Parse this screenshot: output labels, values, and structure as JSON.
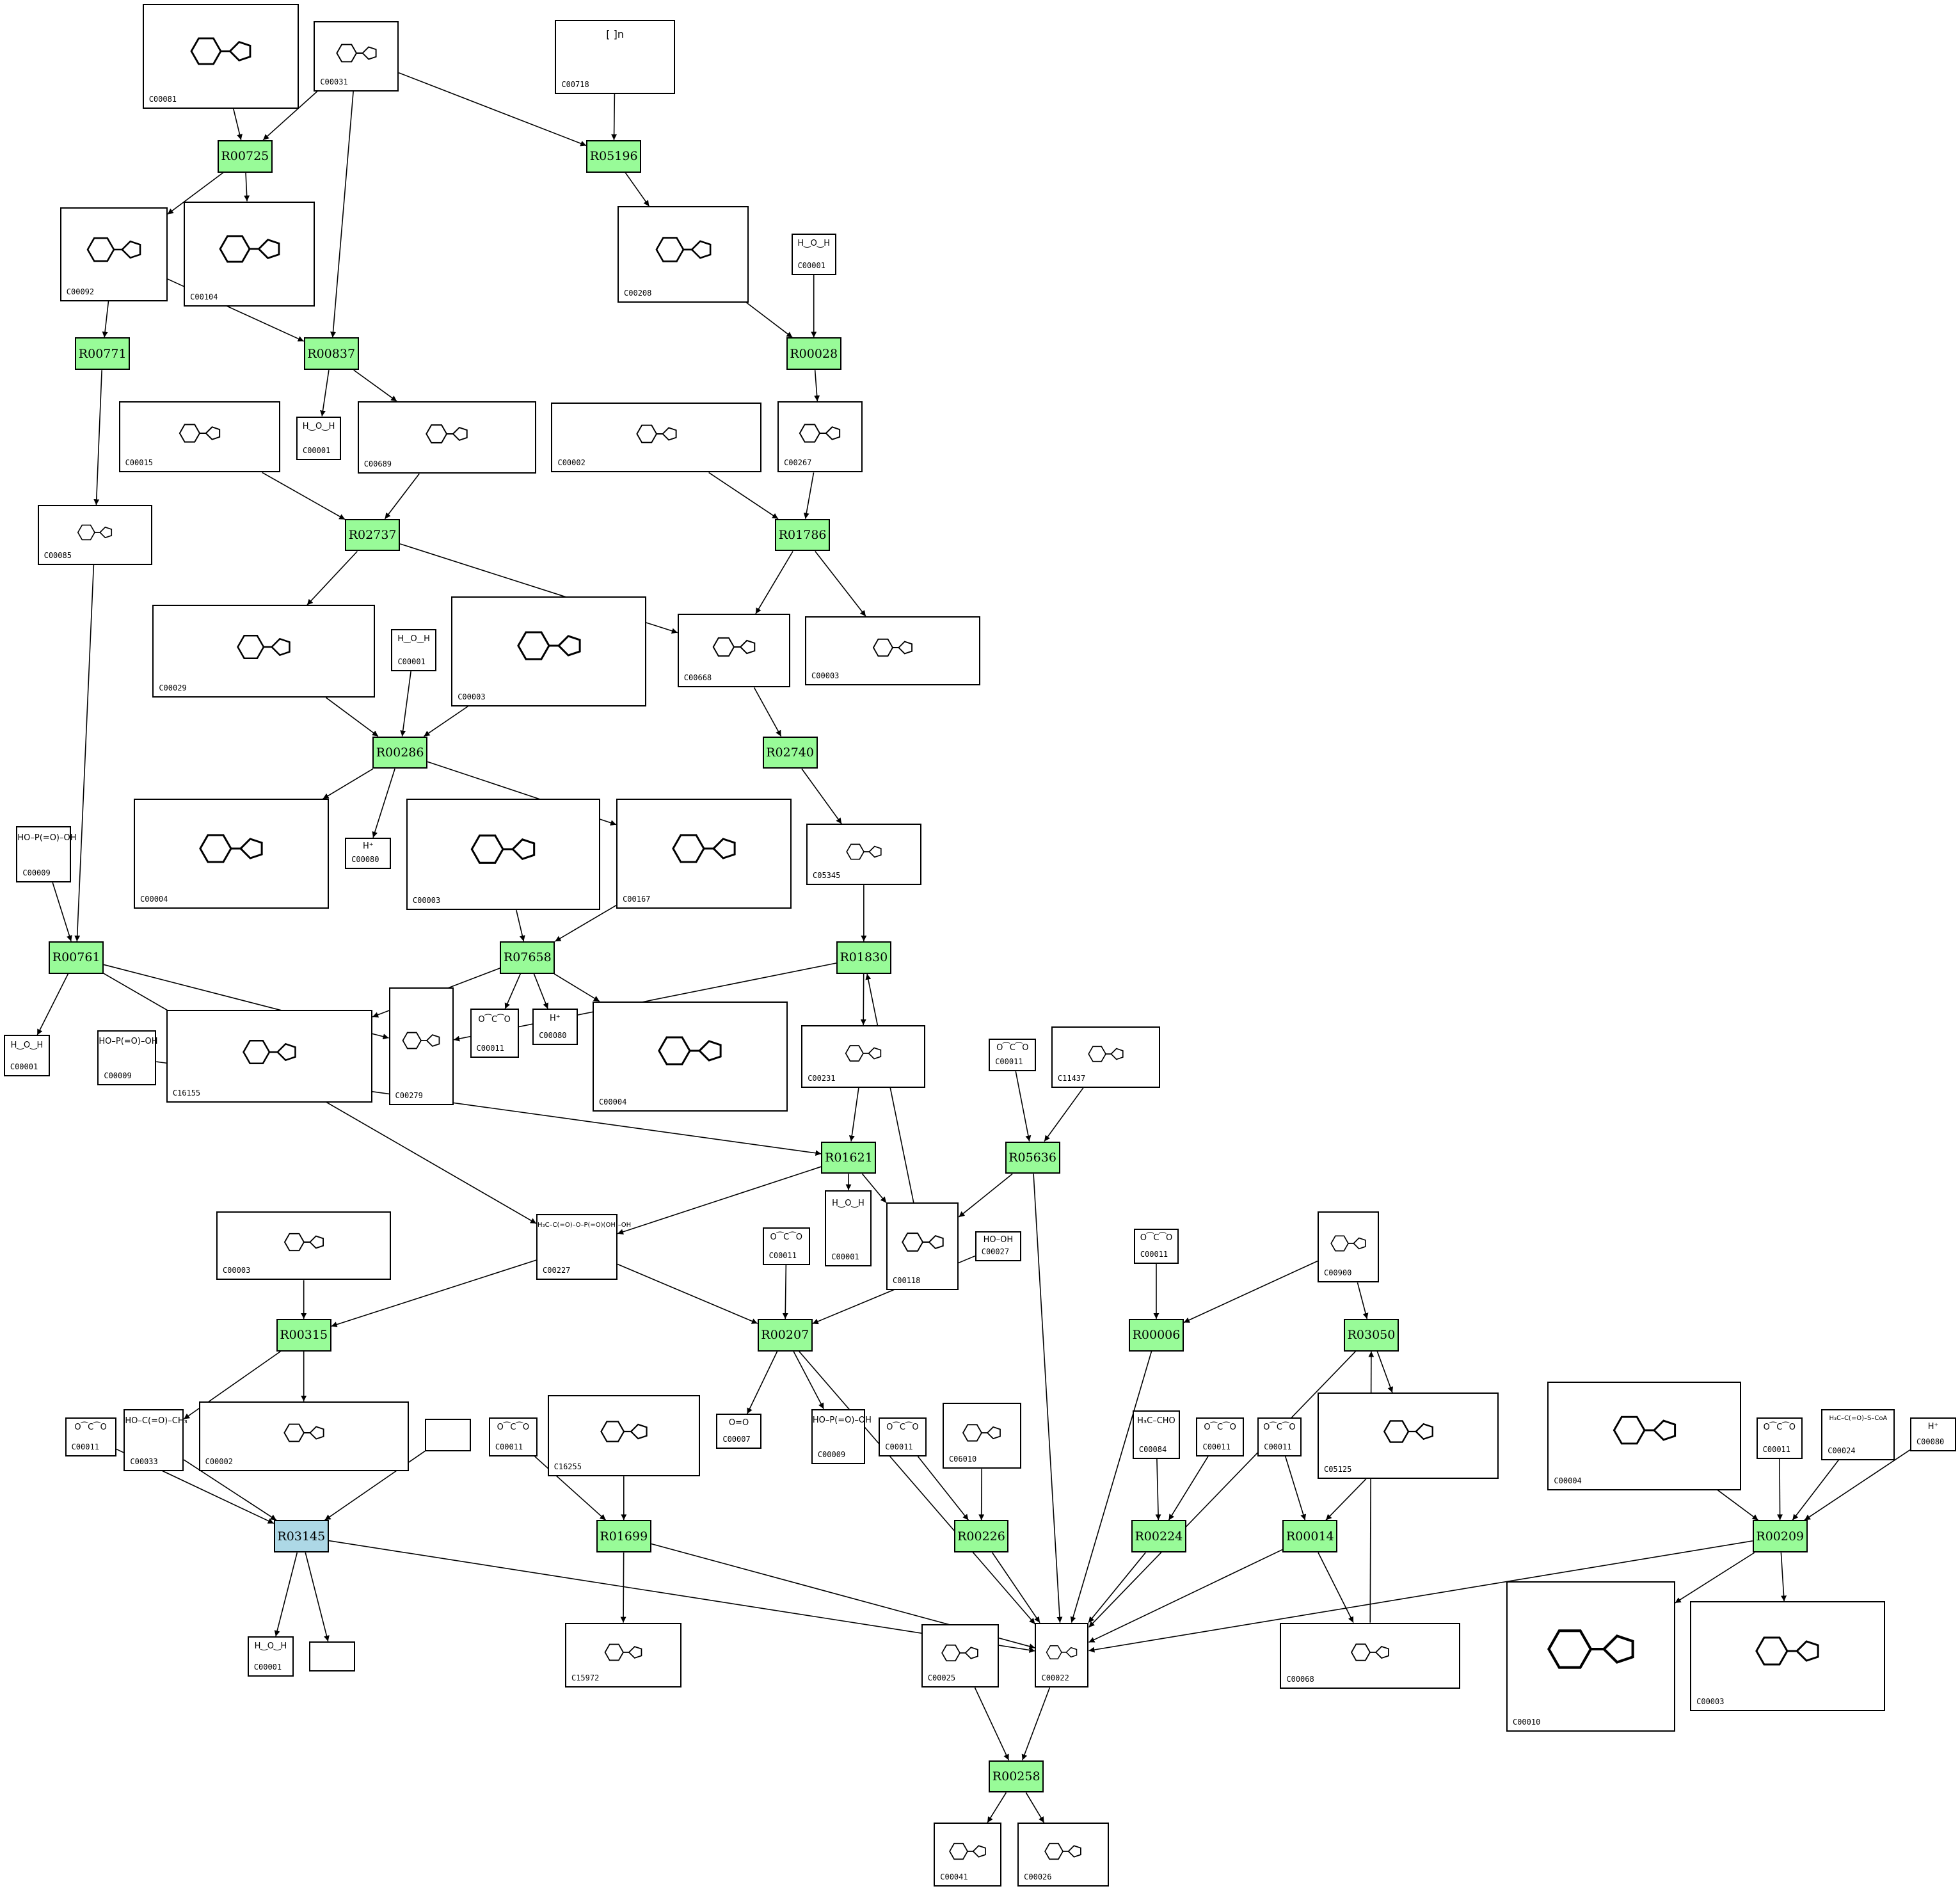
{
  "diagram": {
    "title": "",
    "colors": {
      "reaction": "#98fb98",
      "reaction_highlight": "#add8e6",
      "edge": "#000000",
      "compound_border": "#000000"
    },
    "nodes": [
      {
        "type": "compound",
        "id": "C00081"
      },
      {
        "type": "compound",
        "id": "C00031"
      },
      {
        "type": "compound",
        "id": "C00718",
        "structure": "[ ]n"
      },
      {
        "type": "reaction",
        "id": "R00725"
      },
      {
        "type": "reaction",
        "id": "R05196"
      },
      {
        "type": "compound",
        "id": "C00092"
      },
      {
        "type": "compound",
        "id": "C00104"
      },
      {
        "type": "compound",
        "id": "C00208"
      },
      {
        "type": "compound",
        "id": "C00001",
        "structure": "H‿O‿H"
      },
      {
        "type": "reaction",
        "id": "R00771"
      },
      {
        "type": "reaction",
        "id": "R00837"
      },
      {
        "type": "reaction",
        "id": "R00028"
      },
      {
        "type": "compound",
        "id": "C00001",
        "structure": "H‿O‿H"
      },
      {
        "type": "compound",
        "id": "C00689"
      },
      {
        "type": "compound",
        "id": "C00015"
      },
      {
        "type": "compound",
        "id": "C00002"
      },
      {
        "type": "compound",
        "id": "C00267"
      },
      {
        "type": "compound",
        "id": "C00085"
      },
      {
        "type": "reaction",
        "id": "R02737"
      },
      {
        "type": "reaction",
        "id": "R01786"
      },
      {
        "type": "compound",
        "id": "C00029"
      },
      {
        "type": "compound",
        "id": "C00001",
        "structure": "H‿O‿H"
      },
      {
        "type": "compound",
        "id": "C00003"
      },
      {
        "type": "compound",
        "id": "C00668"
      },
      {
        "type": "compound",
        "id": "C00003"
      },
      {
        "type": "reaction",
        "id": "R00286"
      },
      {
        "type": "reaction",
        "id": "R02740"
      },
      {
        "type": "compound",
        "id": "C00004"
      },
      {
        "type": "compound",
        "id": "C00080",
        "structure": "H⁺"
      },
      {
        "type": "compound",
        "id": "C00003"
      },
      {
        "type": "compound",
        "id": "C00167"
      },
      {
        "type": "compound",
        "id": "C05345"
      },
      {
        "type": "compound",
        "id": "C00009",
        "structure": "HO–P(=O)–OH"
      },
      {
        "type": "reaction",
        "id": "R00761"
      },
      {
        "type": "reaction",
        "id": "R07658"
      },
      {
        "type": "reaction",
        "id": "R01830"
      },
      {
        "type": "compound",
        "id": "C00001",
        "structure": "H‿O‿H"
      },
      {
        "type": "compound",
        "id": "C00009",
        "structure": "HO–P(=O)–OH"
      },
      {
        "type": "compound",
        "id": "C16155"
      },
      {
        "type": "compound",
        "id": "C00279"
      },
      {
        "type": "compound",
        "id": "C00011",
        "structure": "O⁀C⁀O"
      },
      {
        "type": "compound",
        "id": "C00080",
        "structure": "H⁺"
      },
      {
        "type": "compound",
        "id": "C00004"
      },
      {
        "type": "compound",
        "id": "C00231"
      },
      {
        "type": "compound",
        "id": "C00011",
        "structure": "O⁀C⁀O"
      },
      {
        "type": "compound",
        "id": "C11437"
      },
      {
        "type": "reaction",
        "id": "R01621"
      },
      {
        "type": "reaction",
        "id": "R05636"
      },
      {
        "type": "compound",
        "id": "C00001",
        "structure": "H‿O‿H"
      },
      {
        "type": "compound",
        "id": "C00118"
      },
      {
        "type": "compound",
        "id": "C00003"
      },
      {
        "type": "compound",
        "id": "C00227",
        "structure": "H₃C–C(=O)–O–P(=O)(OH)–OH"
      },
      {
        "type": "compound",
        "id": "C00011",
        "structure": "O⁀C⁀O"
      },
      {
        "type": "compound",
        "id": "C00027",
        "structure": "HO–OH"
      },
      {
        "type": "compound",
        "id": "C00011",
        "structure": "O⁀C⁀O"
      },
      {
        "type": "compound",
        "id": "C00900"
      },
      {
        "type": "reaction",
        "id": "R00315"
      },
      {
        "type": "reaction",
        "id": "R00207"
      },
      {
        "type": "reaction",
        "id": "R00006"
      },
      {
        "type": "reaction",
        "id": "R03050"
      },
      {
        "type": "compound",
        "id": "C00011",
        "structure": "O⁀C⁀O"
      },
      {
        "type": "compound",
        "id": "C00033",
        "structure": "HO–C(=O)–CH₃"
      },
      {
        "type": "compound",
        "id": "C00002"
      },
      {
        "type": "compound",
        "id": ""
      },
      {
        "type": "compound",
        "id": "C00011",
        "structure": "O⁀C⁀O"
      },
      {
        "type": "compound",
        "id": "C16255"
      },
      {
        "type": "compound",
        "id": "C00007",
        "structure": "O=O"
      },
      {
        "type": "compound",
        "id": "C00009",
        "structure": "HO–P(=O)–OH"
      },
      {
        "type": "compound",
        "id": "C00011",
        "structure": "O⁀C⁀O"
      },
      {
        "type": "compound",
        "id": "C06010"
      },
      {
        "type": "compound",
        "id": "C00084",
        "structure": "H₃C–CHO"
      },
      {
        "type": "compound",
        "id": "C00011",
        "structure": "O⁀C⁀O"
      },
      {
        "type": "compound",
        "id": "C00011",
        "structure": "O⁀C⁀O"
      },
      {
        "type": "compound",
        "id": "C05125"
      },
      {
        "type": "compound",
        "id": "C00004"
      },
      {
        "type": "compound",
        "id": "C00011",
        "structure": "O⁀C⁀O"
      },
      {
        "type": "compound",
        "id": "C00024",
        "structure": "H₃C–C(=O)–S–CoA"
      },
      {
        "type": "compound",
        "id": "C00080",
        "structure": "H⁺"
      },
      {
        "type": "reaction",
        "id": "R03145",
        "highlight": true
      },
      {
        "type": "reaction",
        "id": "R01699"
      },
      {
        "type": "reaction",
        "id": "R00226"
      },
      {
        "type": "reaction",
        "id": "R00224"
      },
      {
        "type": "reaction",
        "id": "R00014"
      },
      {
        "type": "reaction",
        "id": "R00209"
      },
      {
        "type": "compound",
        "id": "C00001",
        "structure": "H‿O‿H"
      },
      {
        "type": "compound",
        "id": ""
      },
      {
        "type": "compound",
        "id": "C15972"
      },
      {
        "type": "compound",
        "id": "C00025"
      },
      {
        "type": "compound",
        "id": "C00022"
      },
      {
        "type": "compound",
        "id": "C00068"
      },
      {
        "type": "compound",
        "id": "C00010"
      },
      {
        "type": "compound",
        "id": "C00003"
      },
      {
        "type": "reaction",
        "id": "R00258"
      },
      {
        "type": "compound",
        "id": "C00041"
      },
      {
        "type": "compound",
        "id": "C00026"
      }
    ],
    "edges": [
      [
        0,
        3
      ],
      [
        1,
        3
      ],
      [
        1,
        10
      ],
      [
        1,
        4
      ],
      [
        2,
        4
      ],
      [
        3,
        5
      ],
      [
        3,
        6
      ],
      [
        4,
        7
      ],
      [
        5,
        9
      ],
      [
        5,
        10
      ],
      [
        7,
        11
      ],
      [
        8,
        11
      ],
      [
        10,
        12
      ],
      [
        10,
        13
      ],
      [
        11,
        16
      ],
      [
        9,
        17
      ],
      [
        14,
        18
      ],
      [
        13,
        18
      ],
      [
        15,
        19
      ],
      [
        16,
        19
      ],
      [
        18,
        20
      ],
      [
        18,
        23
      ],
      [
        19,
        23
      ],
      [
        19,
        24
      ],
      [
        20,
        25
      ],
      [
        21,
        25
      ],
      [
        22,
        25
      ],
      [
        23,
        26
      ],
      [
        25,
        27
      ],
      [
        25,
        28
      ],
      [
        25,
        30
      ],
      [
        26,
        31
      ],
      [
        17,
        33
      ],
      [
        32,
        33
      ],
      [
        29,
        34
      ],
      [
        30,
        34
      ],
      [
        31,
        35
      ],
      [
        33,
        36
      ],
      [
        33,
        39
      ],
      [
        33,
        51
      ],
      [
        34,
        38
      ],
      [
        34,
        40
      ],
      [
        34,
        41
      ],
      [
        34,
        42
      ],
      [
        35,
        39
      ],
      [
        35,
        43
      ],
      [
        37,
        46
      ],
      [
        43,
        46
      ],
      [
        44,
        47
      ],
      [
        45,
        47
      ],
      [
        46,
        51
      ],
      [
        46,
        48
      ],
      [
        46,
        49
      ],
      [
        47,
        49
      ],
      [
        49,
        35
      ],
      [
        47,
        88
      ],
      [
        50,
        56
      ],
      [
        51,
        56
      ],
      [
        51,
        57
      ],
      [
        52,
        57
      ],
      [
        53,
        57
      ],
      [
        54,
        58
      ],
      [
        55,
        58
      ],
      [
        55,
        59
      ],
      [
        56,
        61
      ],
      [
        56,
        62
      ],
      [
        57,
        66
      ],
      [
        57,
        67
      ],
      [
        57,
        88
      ],
      [
        58,
        88
      ],
      [
        59,
        88
      ],
      [
        59,
        73
      ],
      [
        60,
        78
      ],
      [
        61,
        78
      ],
      [
        63,
        78
      ],
      [
        64,
        79
      ],
      [
        65,
        79
      ],
      [
        68,
        80
      ],
      [
        69,
        80
      ],
      [
        70,
        81
      ],
      [
        71,
        81
      ],
      [
        72,
        82
      ],
      [
        73,
        82
      ],
      [
        74,
        83
      ],
      [
        75,
        83
      ],
      [
        76,
        83
      ],
      [
        77,
        83
      ],
      [
        78,
        84
      ],
      [
        78,
        85
      ],
      [
        78,
        88
      ],
      [
        79,
        86
      ],
      [
        79,
        88
      ],
      [
        80,
        88
      ],
      [
        81,
        88
      ],
      [
        82,
        88
      ],
      [
        82,
        89
      ],
      [
        89,
        59
      ],
      [
        83,
        88
      ],
      [
        83,
        90
      ],
      [
        83,
        91
      ],
      [
        87,
        92
      ],
      [
        88,
        92
      ],
      [
        92,
        93
      ],
      [
        92,
        94
      ]
    ]
  }
}
